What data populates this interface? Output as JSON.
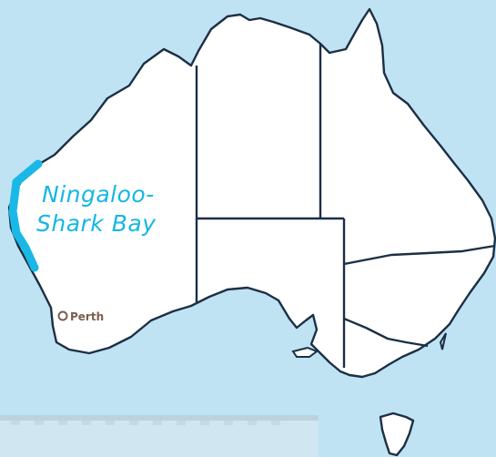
{
  "map": {
    "colors": {
      "ocean": "#bfe3f3",
      "land": "#ffffff",
      "border": "#1c2f45",
      "highlight_coast": "#19b8e6",
      "region_label": "#17b7e4",
      "city_label": "#7a5e4c"
    },
    "highlight_region": {
      "line1": "Ningaloo-",
      "line2": "Shark Bay"
    },
    "cities": [
      {
        "name": "Perth"
      }
    ]
  }
}
